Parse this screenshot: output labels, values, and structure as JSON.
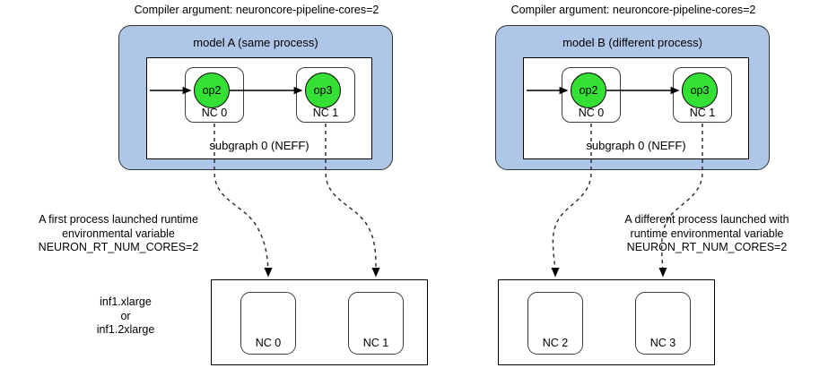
{
  "panels": [
    {
      "header": "Compiler argument: neuroncore-pipeline-cores=2",
      "model_title": "model A (same process)",
      "subgraph_label": "subgraph 0 (NEFF)",
      "cores": [
        {
          "op": "op2",
          "nc": "NC 0"
        },
        {
          "op": "op3",
          "nc": "NC 1"
        }
      ],
      "note": [
        "A first process launched runtime",
        "environmental variable",
        "NEURON_RT_NUM_CORES=2"
      ],
      "instance_note": [
        "inf1.xlarge",
        "or",
        "inf1.2xlarge"
      ],
      "device_cores": [
        "NC 0",
        "NC 1"
      ]
    },
    {
      "header": "Compiler argument: neuroncore-pipeline-cores=2",
      "model_title": "model B (different process)",
      "subgraph_label": "subgraph 0 (NEFF)",
      "cores": [
        {
          "op": "op2",
          "nc": "NC 0"
        },
        {
          "op": "op3",
          "nc": "NC 1"
        }
      ],
      "note": [
        "A different process launched with",
        "runtime environmental variable",
        "NEURON_RT_NUM_CORES=2"
      ],
      "instance_note": [],
      "device_cores": [
        "NC 2",
        "NC 3"
      ]
    }
  ],
  "colors": {
    "panel_fill": "#aec6e8",
    "op_fill": "#33e033",
    "stroke": "#000000",
    "nc_stroke": "#3f3f3f"
  }
}
